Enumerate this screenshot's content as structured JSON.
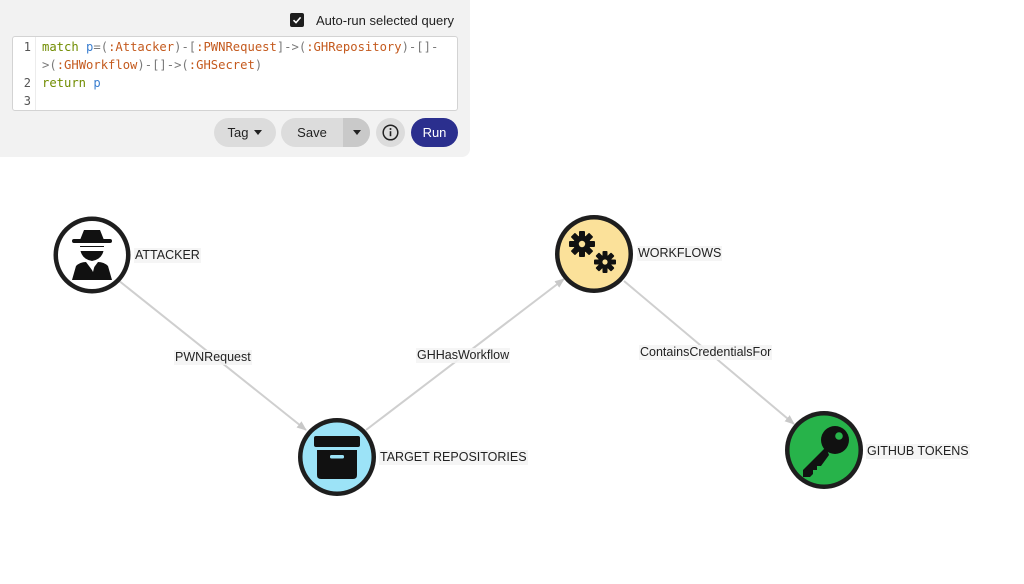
{
  "query_panel": {
    "autorun_label": "Auto-run selected query",
    "autorun_checked": true,
    "line_numbers": [
      "1",
      "2",
      "3"
    ],
    "code_lines": [
      "match p=(:Attacker)-[:PWNRequest]->(:GHRepository)-[]-",
      ">(:GHWorkflow)-[]->(:GHSecret)",
      "return p",
      ""
    ],
    "buttons": {
      "tag_label": "Tag",
      "save_label": "Save",
      "run_label": "Run"
    },
    "colors": {
      "run": "#2b2f8e",
      "panel": "#f2f2f2"
    }
  },
  "graph": {
    "nodes": [
      {
        "id": "attacker",
        "label": "ATTACKER",
        "icon": "user-secret-icon",
        "fill": "#ffffff"
      },
      {
        "id": "repos",
        "label": "TARGET REPOSITORIES",
        "icon": "archive-box-icon",
        "fill": "#9ce3f7"
      },
      {
        "id": "workflows",
        "label": "WORKFLOWS",
        "icon": "gears-icon",
        "fill": "#fbe19a"
      },
      {
        "id": "tokens",
        "label": "GITHUB TOKENS",
        "icon": "key-icon",
        "fill": "#27b34a"
      }
    ],
    "edges": [
      {
        "from": "attacker",
        "to": "repos",
        "label": "PWNRequest"
      },
      {
        "from": "repos",
        "to": "workflows",
        "label": "GHHasWorkflow"
      },
      {
        "from": "workflows",
        "to": "tokens",
        "label": "ContainsCredentialsFor"
      }
    ]
  }
}
